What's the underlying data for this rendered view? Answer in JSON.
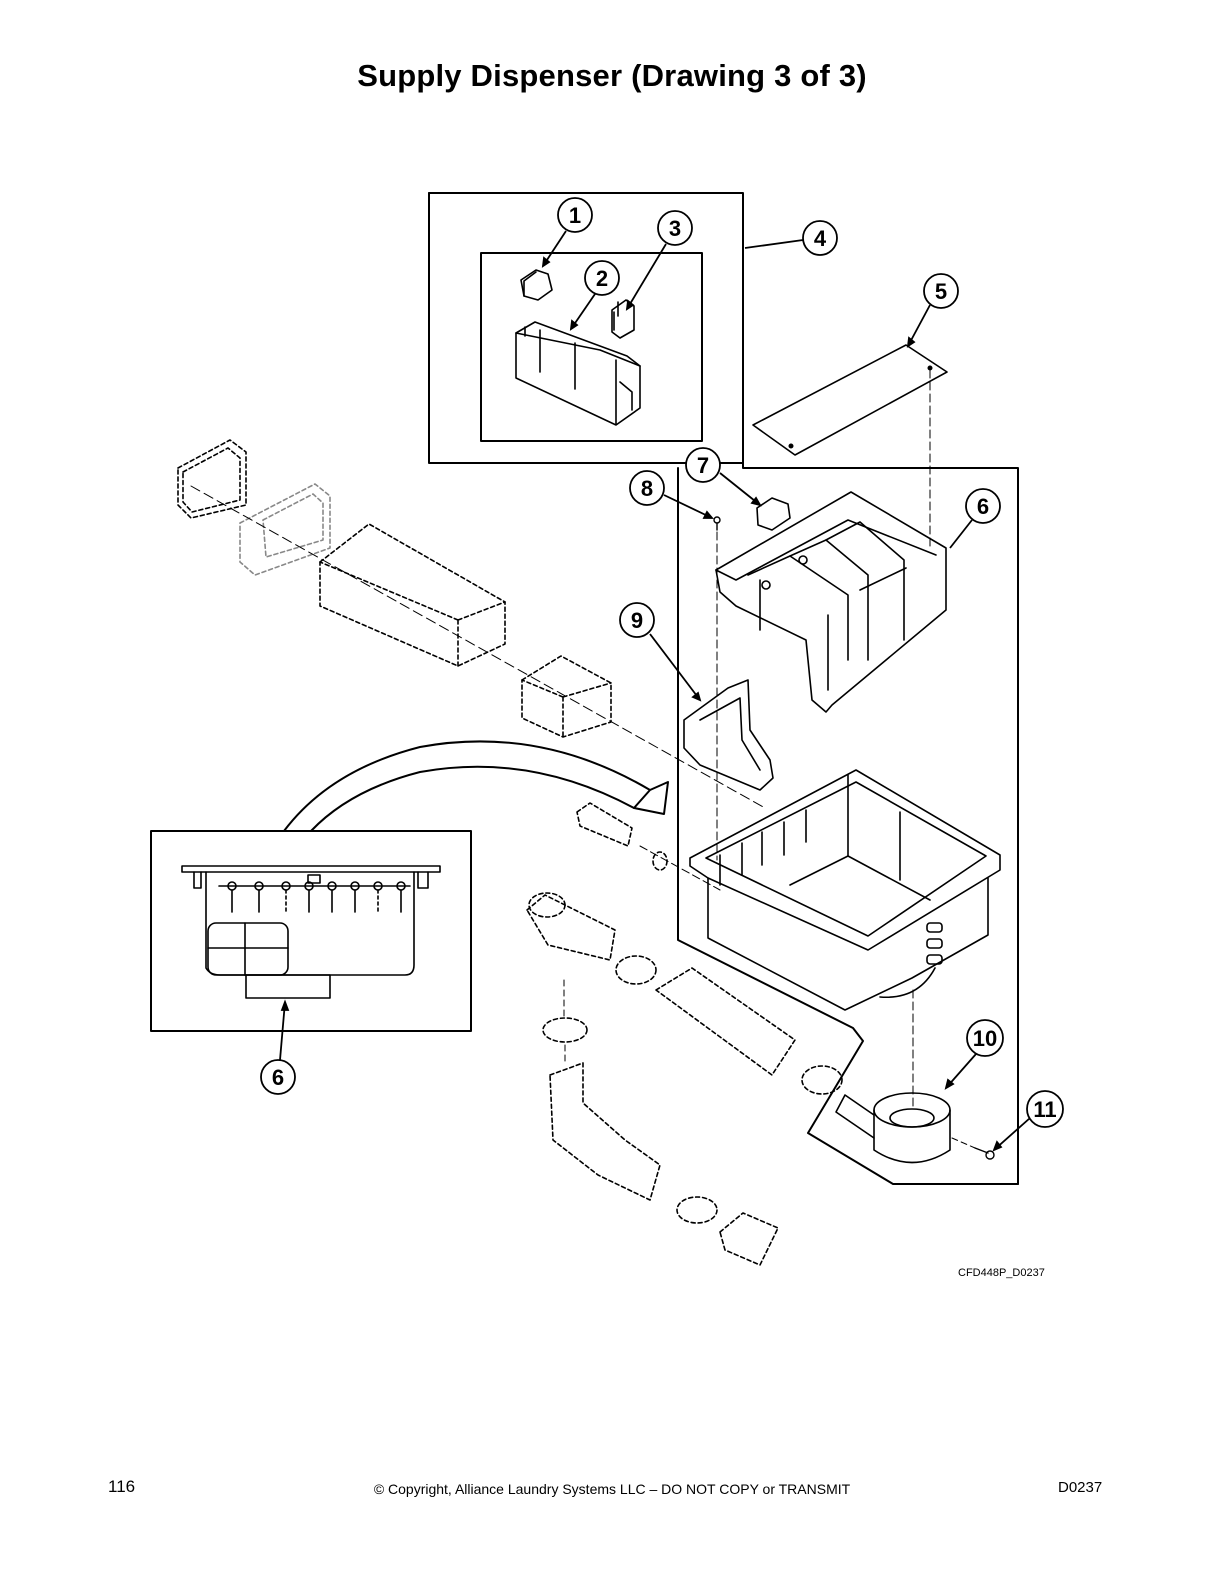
{
  "page": {
    "title": "Supply Dispenser (Drawing 3 of 3)",
    "drawing_id": "CFD448P_D0237",
    "footer": {
      "page_number": "116",
      "copyright": "© Copyright, Alliance Laundry Systems LLC – DO NOT COPY or TRANSMIT",
      "doc_code": "D0237"
    }
  },
  "callouts": [
    "1",
    "2",
    "3",
    "4",
    "5",
    "6",
    "7",
    "8",
    "9",
    "10",
    "11",
    "6"
  ]
}
